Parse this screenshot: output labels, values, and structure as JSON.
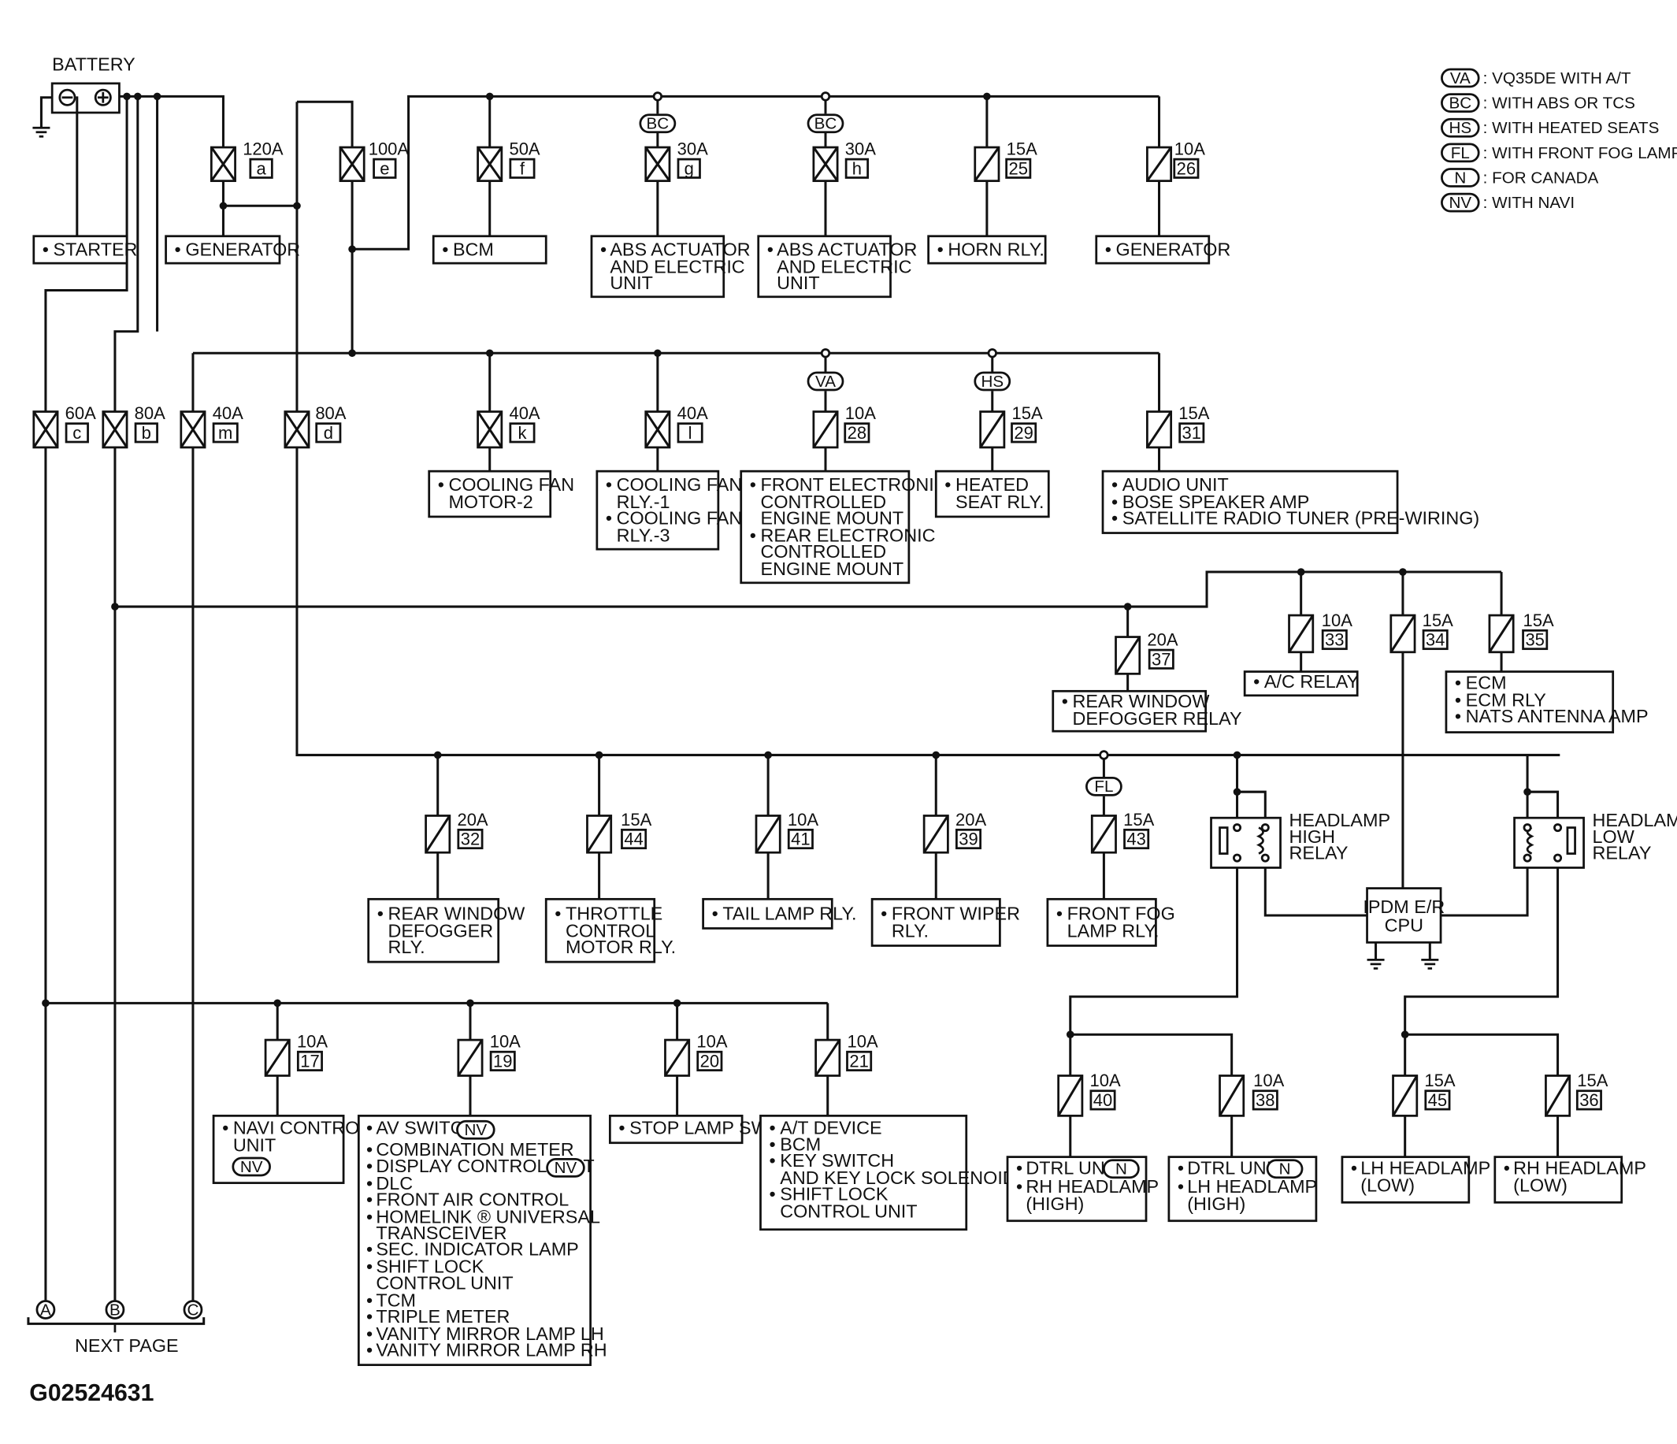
{
  "battery": {
    "label": "BATTERY"
  },
  "legend": [
    {
      "code": "VA",
      "text": ": VQ35DE WITH A/T"
    },
    {
      "code": "BC",
      "text": ": WITH ABS OR TCS"
    },
    {
      "code": "HS",
      "text": ": WITH HEATED SEATS"
    },
    {
      "code": "FL",
      "text": ": WITH FRONT FOG LAMPS"
    },
    {
      "code": "N",
      "text": ": FOR CANADA"
    },
    {
      "code": "NV",
      "text": ": WITH NAVI"
    }
  ],
  "fusible_links": [
    {
      "id": "fl-a",
      "rating": "120A",
      "code": "a"
    },
    {
      "id": "fl-e",
      "rating": "100A",
      "code": "e"
    },
    {
      "id": "fl-f",
      "rating": "50A",
      "code": "f"
    },
    {
      "id": "fl-g",
      "rating": "30A",
      "code": "g",
      "condition": "BC"
    },
    {
      "id": "fl-h",
      "rating": "30A",
      "code": "h",
      "condition": "BC"
    },
    {
      "id": "fl-c",
      "rating": "60A",
      "code": "c"
    },
    {
      "id": "fl-b",
      "rating": "80A",
      "code": "b"
    },
    {
      "id": "fl-m",
      "rating": "40A",
      "code": "m"
    },
    {
      "id": "fl-d",
      "rating": "80A",
      "code": "d"
    },
    {
      "id": "fl-k",
      "rating": "40A",
      "code": "k"
    },
    {
      "id": "fl-l",
      "rating": "40A",
      "code": "l"
    }
  ],
  "fuses": [
    {
      "id": "fuse-25",
      "rating": "15A",
      "code": "25"
    },
    {
      "id": "fuse-26",
      "rating": "10A",
      "code": "26"
    },
    {
      "id": "fuse-28",
      "rating": "10A",
      "code": "28",
      "condition": "VA"
    },
    {
      "id": "fuse-29",
      "rating": "15A",
      "code": "29",
      "condition": "HS"
    },
    {
      "id": "fuse-31",
      "rating": "15A",
      "code": "31"
    },
    {
      "id": "fuse-37",
      "rating": "20A",
      "code": "37"
    },
    {
      "id": "fuse-33",
      "rating": "10A",
      "code": "33"
    },
    {
      "id": "fuse-34",
      "rating": "15A",
      "code": "34"
    },
    {
      "id": "fuse-35",
      "rating": "15A",
      "code": "35"
    },
    {
      "id": "fuse-32",
      "rating": "20A",
      "code": "32"
    },
    {
      "id": "fuse-44",
      "rating": "15A",
      "code": "44"
    },
    {
      "id": "fuse-41",
      "rating": "10A",
      "code": "41"
    },
    {
      "id": "fuse-39",
      "rating": "20A",
      "code": "39"
    },
    {
      "id": "fuse-43",
      "rating": "15A",
      "code": "43",
      "condition": "FL"
    },
    {
      "id": "fuse-17",
      "rating": "10A",
      "code": "17"
    },
    {
      "id": "fuse-19",
      "rating": "10A",
      "code": "19"
    },
    {
      "id": "fuse-20",
      "rating": "10A",
      "code": "20"
    },
    {
      "id": "fuse-21",
      "rating": "10A",
      "code": "21"
    },
    {
      "id": "fuse-40",
      "rating": "10A",
      "code": "40"
    },
    {
      "id": "fuse-38",
      "rating": "10A",
      "code": "38"
    },
    {
      "id": "fuse-45",
      "rating": "15A",
      "code": "45"
    },
    {
      "id": "fuse-36",
      "rating": "15A",
      "code": "36"
    }
  ],
  "loads": {
    "starter": [
      "STARTER"
    ],
    "generator_a": [
      "GENERATOR"
    ],
    "bcm": [
      "BCM"
    ],
    "abs_g": [
      "ABS ACTUATOR",
      "AND ELECTRIC",
      "UNIT"
    ],
    "abs_h": [
      "ABS ACTUATOR",
      "AND ELECTRIC",
      "UNIT"
    ],
    "horn": [
      "HORN RLY."
    ],
    "generator_26": [
      "GENERATOR"
    ],
    "fan2": [
      "COOLING FAN",
      "MOTOR-2"
    ],
    "fan_rly": [
      "COOLING FAN",
      "RLY.-1",
      "COOLING FAN",
      "RLY.-3"
    ],
    "mount": [
      "FRONT ELECTRONIC",
      "CONTROLLED",
      "ENGINE MOUNT",
      "REAR ELECTRONIC",
      "CONTROLLED",
      "ENGINE MOUNT"
    ],
    "heated": [
      "HEATED",
      "SEAT RLY."
    ],
    "audio": [
      "AUDIO UNIT",
      "BOSE SPEAKER AMP",
      "SATELLITE RADIO TUNER (PRE-WIRING)"
    ],
    "rear_defog_relay": [
      "REAR WINDOW",
      "DEFOGGER RELAY"
    ],
    "ac_relay": [
      "A/C RELAY"
    ],
    "ecm": [
      "ECM",
      "ECM RLY",
      "NATS ANTENNA AMP"
    ],
    "rear_defog_rly": [
      "REAR WINDOW",
      "DEFOGGER",
      "RLY."
    ],
    "throttle": [
      "THROTTLE",
      "CONTROL",
      "MOTOR RLY."
    ],
    "tail": [
      "TAIL LAMP RLY."
    ],
    "wiper": [
      "FRONT WIPER",
      "RLY."
    ],
    "fog": [
      "FRONT FOG",
      "LAMP RLY."
    ],
    "navi": [
      "NAVI CONTROL",
      "UNIT"
    ],
    "av": [
      "AV SWITCH",
      "COMBINATION METER",
      "DISPLAY CONTROL UNIT",
      "DLC",
      "FRONT AIR CONTROL",
      "HOMELINK ® UNIVERSAL",
      "TRANSCEIVER",
      "SEC. INDICATOR LAMP",
      "SHIFT LOCK",
      "CONTROL UNIT",
      "TCM",
      "TRIPLE METER",
      "VANITY MIRROR LAMP LH",
      "VANITY MIRROR LAMP RH"
    ],
    "stop": [
      "STOP LAMP SW."
    ],
    "at": [
      "A/T DEVICE",
      "BCM",
      "KEY SWITCH",
      "AND KEY LOCK SOLENOID",
      "SHIFT LOCK",
      "CONTROL UNIT"
    ],
    "dtrl_rh": [
      "DTRL UNIT",
      "RH HEADLAMP",
      "(HIGH)"
    ],
    "dtrl_lh": [
      "DTRL UNIT",
      "LH HEADLAMP",
      "(HIGH)"
    ],
    "lh_low": [
      "LH HEADLAMP",
      "(LOW)"
    ],
    "rh_low": [
      "RH HEADLAMP",
      "(LOW)"
    ]
  },
  "relays": {
    "high": [
      "HEADLAMP",
      "HIGH",
      "RELAY"
    ],
    "low": [
      "HEADLAMP",
      "LOW",
      "RELAY"
    ],
    "ipdm": [
      "IPDM E/R",
      "CPU"
    ]
  },
  "tags": {
    "nv": "NV",
    "n": "N"
  },
  "connectors": [
    "A",
    "B",
    "C"
  ],
  "next_page": "NEXT PAGE",
  "figure_id": "G02524631"
}
